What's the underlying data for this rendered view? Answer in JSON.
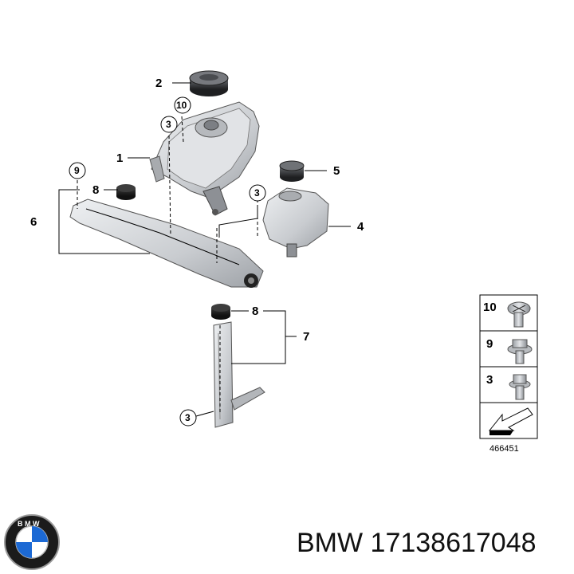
{
  "callouts": {
    "c1": "1",
    "c2": "2",
    "c4": "4",
    "c5": "5",
    "c6": "6",
    "c7": "7",
    "c8a": "8",
    "c8b": "8",
    "c9": "9",
    "c10": "10",
    "c3a": "3",
    "c3b": "3",
    "c3c": "3"
  },
  "legend": {
    "items": [
      {
        "label": "10",
        "icon": "screw-cross-head-icon"
      },
      {
        "label": "9",
        "icon": "flange-bolt-icon"
      },
      {
        "label": "3",
        "icon": "hex-bolt-icon"
      }
    ],
    "arrow_icon": "direction-arrow-icon",
    "reference": "466451"
  },
  "brand": {
    "logo_text": "B M W",
    "caption": "BMW 17138617048"
  },
  "colors": {
    "metal": "#cfd2d6",
    "dark_part": "#2b2b2b",
    "line": "#000000"
  }
}
